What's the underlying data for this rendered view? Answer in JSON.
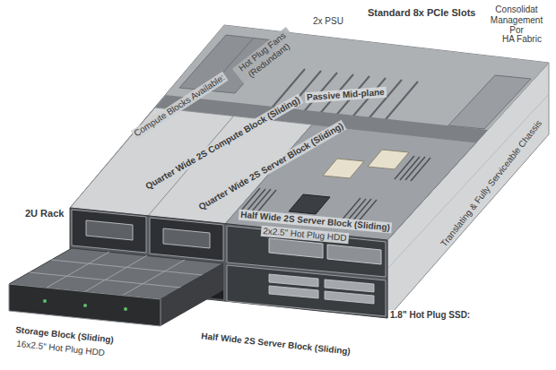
{
  "diagram": {
    "labels": [
      "2x PSU",
      "Standard 8x PCIe Slots",
      "Consolidat Management Por",
      "HA Fabric",
      "Hot Plug Fans (Redundant)",
      "Compute Blocks Available:",
      "Quarter Wide 2S Compute Block (Sliding)",
      "Quarter Wide 2S Server Block (Sliding)",
      "Passive Mid-plane",
      "2U Rack",
      "Half Wide 2S Server Block (Sliding)",
      "2x2.5\" Hot Plug HDD",
      "Translating & Fully Serviceable Chassis",
      "1.8\" Hot Plug SSD:",
      "Storage Block (Sliding)",
      "16x2.5\" Hot Plug HDD",
      "Half Wide 2S Server Block (Sliding)"
    ]
  }
}
